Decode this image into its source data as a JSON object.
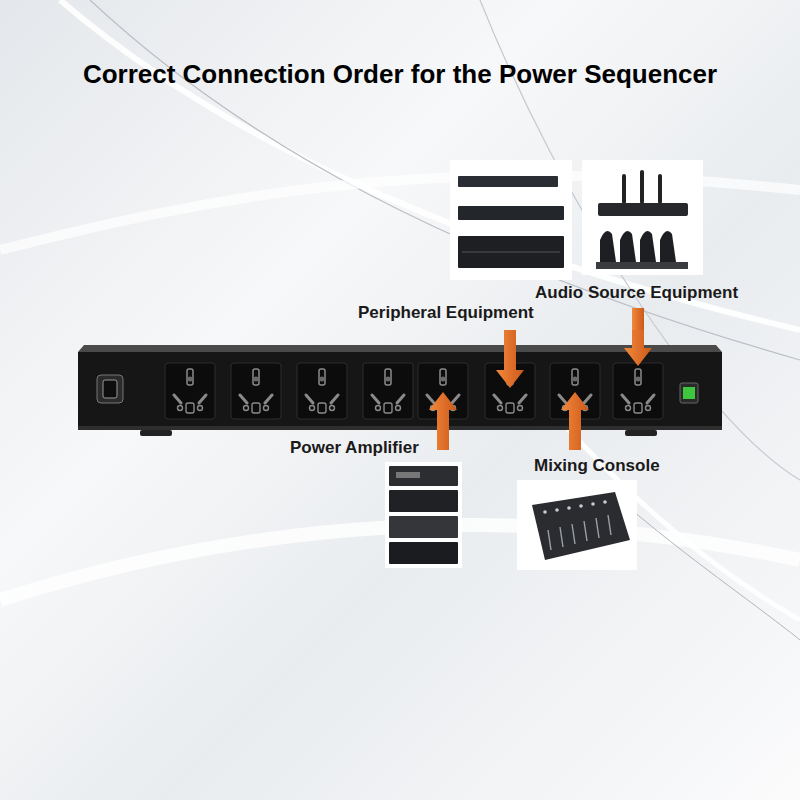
{
  "diagram": {
    "title": "Correct Connection Order for the Power Sequencer",
    "labels": [
      "Peripheral Equipment",
      "Audio Source Equipment",
      "Power Amplifier",
      "Mixing Console"
    ]
  }
}
